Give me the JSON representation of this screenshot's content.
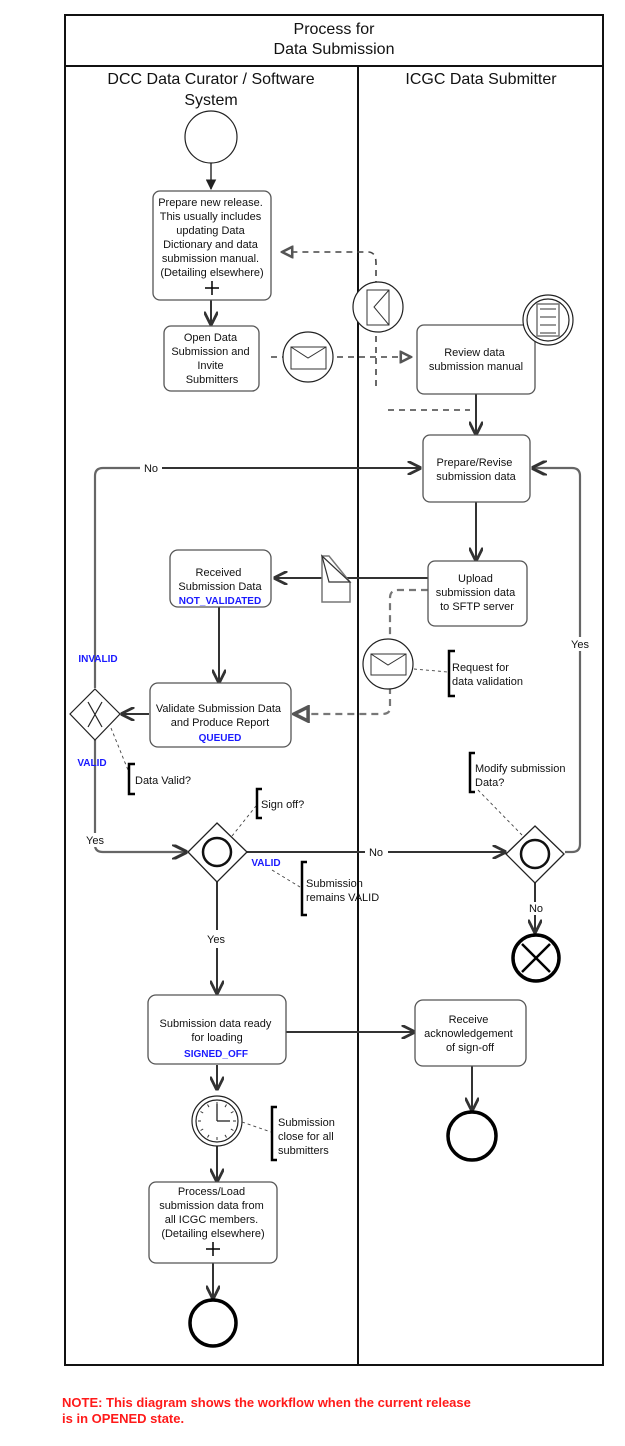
{
  "pool": {
    "title_line1": "Process for",
    "title_line2": "Data Submission",
    "lanes": [
      {
        "label_line1": "DCC Data Curator / Software",
        "label_line2": "System"
      },
      {
        "label_line1": "ICGC Data Submitter",
        "label_line2": ""
      }
    ]
  },
  "tasks": {
    "prepare_release": {
      "lines": [
        "Prepare new release.",
        "This usually includes",
        "updating Data",
        "Dictionary and data",
        "submission manual.",
        "(Detailing elsewhere)"
      ],
      "marker": "+"
    },
    "open_submission": {
      "lines": [
        "Open Data",
        "Submission and",
        "Invite",
        "Submitters"
      ]
    },
    "review_manual": {
      "lines": [
        "Review data",
        "submission manual"
      ]
    },
    "prepare_revise": {
      "lines": [
        "Prepare/Revise",
        "submission data"
      ]
    },
    "upload": {
      "lines": [
        "Upload",
        "submission data",
        "to SFTP server"
      ]
    },
    "received": {
      "lines": [
        "Received",
        "Submission Data"
      ],
      "status": "NOT_VALIDATED"
    },
    "validate": {
      "lines": [
        "Validate Submission Data",
        "and Produce Report"
      ],
      "status": "QUEUED"
    },
    "ready_loading": {
      "lines": [
        "Submission data ready",
        "for loading"
      ],
      "status": "SIGNED_OFF"
    },
    "receive_ack": {
      "lines": [
        "Receive",
        "acknowledgement",
        "of sign-off"
      ]
    },
    "process_load": {
      "lines": [
        "Process/Load",
        "submission data from",
        "all ICGC members.",
        "(Detailing elsewhere)"
      ],
      "marker": "+"
    }
  },
  "annotations": {
    "request_validation": [
      "Request for",
      "data validation"
    ],
    "data_valid": [
      "Data Valid?"
    ],
    "sign_off": [
      "Sign off?"
    ],
    "remains_valid": [
      "Submission",
      "remains VALID"
    ],
    "modify_data": [
      "Modify submission",
      "Data?"
    ],
    "submission_close": [
      "Submission",
      "close for all",
      "submitters"
    ]
  },
  "labels": {
    "no_top": "No",
    "yes_right": "Yes",
    "invalid": "INVALID",
    "valid_left": "VALID",
    "yes_left": "Yes",
    "valid_signoff": "VALID",
    "no_mid": "No",
    "yes_down": "Yes",
    "no_down": "No"
  },
  "icons": {
    "start_event": "start-circle",
    "message_receive": "envelope-icon",
    "message_throw": "envelope-rotated-icon",
    "document_event": "document-list-icon",
    "data_object": "document-icon",
    "message_validation": "envelope-icon",
    "gateway_exclusive": "x-gateway-icon",
    "gateway_event_signoff": "event-gateway-icon",
    "gateway_event_modify": "event-gateway-icon",
    "terminate_end": "x-circle-icon",
    "timer_event": "clock-icon",
    "end_event": "end-circle"
  },
  "colors": {
    "status": "#1a1aff",
    "note": "#ff1a1a"
  },
  "note": {
    "line1": "NOTE: This diagram shows the workflow when the current release",
    "line2": "is in OPENED state."
  }
}
